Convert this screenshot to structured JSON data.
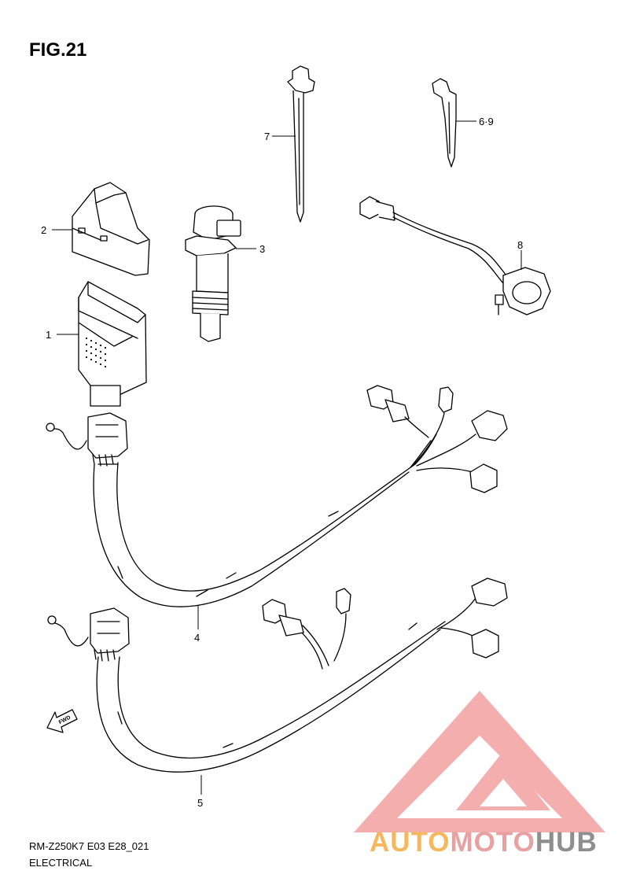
{
  "figure": {
    "title": "FIG.21",
    "code": "RM-Z250K7 E03 E28_021",
    "section": "ELECTRICAL"
  },
  "callouts": {
    "c1": "1",
    "c2": "2",
    "c3": "3",
    "c4": "4",
    "c5": "5",
    "c69": "6·9",
    "c7": "7",
    "c8": "8"
  },
  "fwd_arrow": {
    "label": "FWD"
  },
  "watermark": {
    "part_a": "AUTO",
    "part_b": "MOTO",
    "part_c": "HUB",
    "colors": {
      "triangle": "#f08c8c",
      "auto": "#f5b85c",
      "moto": "#e9a0a0",
      "hub": "#8e8e8e"
    }
  }
}
